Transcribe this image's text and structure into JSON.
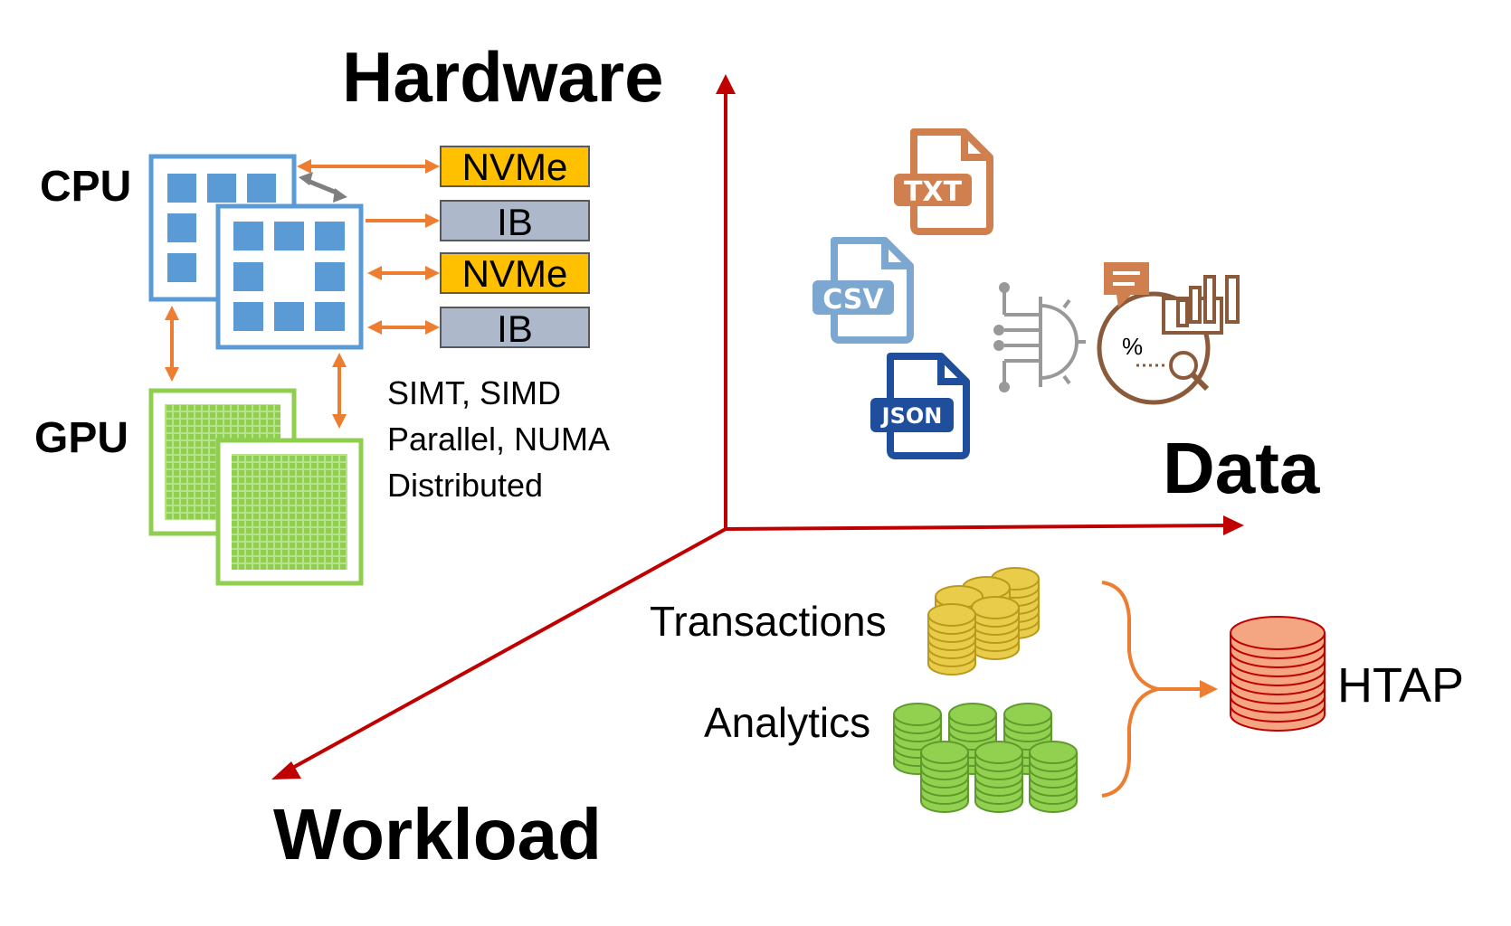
{
  "axes": {
    "hardware": "Hardware",
    "data": "Data",
    "workload": "Workload"
  },
  "hardware": {
    "cpu_label": "CPU",
    "gpu_label": "GPU",
    "devices": [
      "NVMe",
      "IB",
      "NVMe",
      "IB"
    ],
    "features": [
      "SIMT, SIMD",
      "Parallel, NUMA",
      "Distributed"
    ]
  },
  "data_formats": {
    "txt": "TXT",
    "csv": "CSV",
    "json": "JSON"
  },
  "workload": {
    "transactions": "Transactions",
    "analytics": "Analytics",
    "htap": "HTAP"
  },
  "colors": {
    "axis": "#c00000",
    "cpu": "#5b9bd5",
    "gpu": "#8fce4f",
    "arrow": "#ed7d31",
    "nvme": "#ffc000",
    "ib": "#adb9ca",
    "txt": "#d0804f",
    "csv": "#7ba7d0",
    "json": "#1f4e9c",
    "transactions": "#e9cc4a",
    "analytics": "#92d050",
    "htap": "#e8543f"
  }
}
